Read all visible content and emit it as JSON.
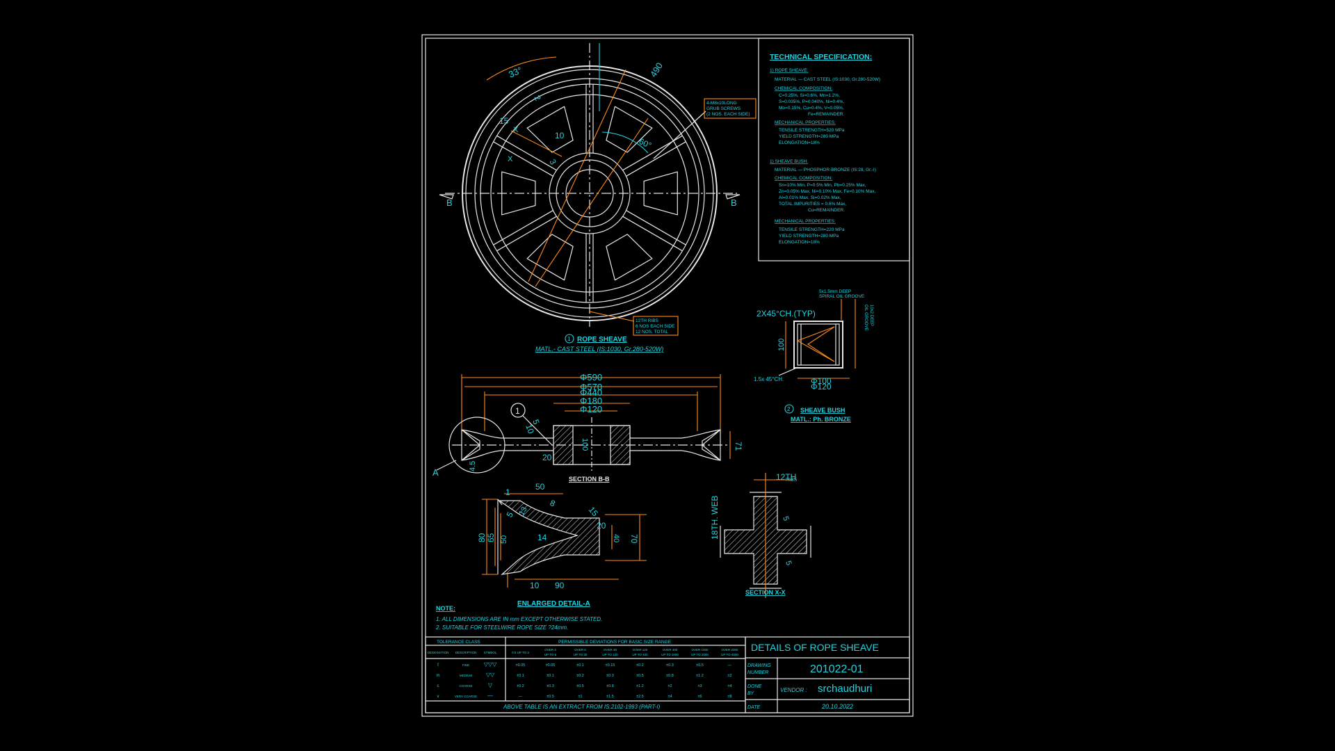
{
  "colors": {
    "background": "#000000",
    "lines": "#e8e8e8",
    "dimensions": "#ff8c1a",
    "text": "#22d3e0"
  },
  "spec": {
    "title": "TECHNICAL SPECIFICATION:",
    "sheave_head": "1) ROPE SHEAVE:",
    "sheave_material": "MATERIAL — CAST STEEL (IS:1030, Gr.280-520W)",
    "chem_head": "CHEMICAL COMPOSITION:",
    "chem_lines": [
      "C=0.25%,     Si=0.6%,   Mn=1.2%,",
      "S=0.035%,    P=0.040%,  Ni=0.4%,",
      "Mo=0.15%,   Cu=0.4%,    V=0.05%,",
      "Fe=REMAINDER."
    ],
    "mech_head": "MECHANICAL PROPERTIES:",
    "mech_lines": [
      "TENSILE STRENGTH=520 MPa",
      "YIELD STRENGTH=280 MPa",
      "ELONGATION=18%"
    ],
    "bush_head": "1) SHEAVE BUSH:",
    "bush_material": "MATERIAL — PHOSPHOR-BRONZE (IS:28, Gr.-I)",
    "bush_chem_head": "CHEMICAL COMPOSITION:",
    "bush_chem_lines": [
      "Sn=10% Min,  P=0.5% Min,  Pb=0.25% Max,",
      "Zn=0.05% Max,  Ni=0.10% Max,  Fe=0.10% Max,",
      "Al=0.01% Max,  Si=0.02% Max,",
      "TOTAL IMPURITIES = 0.6% Max,",
      "Cu=REMAINDER."
    ],
    "bush_mech_head": "MECHANICAL PROPERTIES:",
    "bush_mech_lines": [
      "TENSILE STRENGTH=220 MPa",
      "YIELD STRENGTH=280 MPa",
      "ELONGATION=18%"
    ]
  },
  "sheave_view": {
    "dims": {
      "d33": "33°",
      "d490": "490",
      "d60": "60°",
      "d15": "15",
      "d10": "10",
      "d2": "2",
      "d3": "3"
    },
    "callout_grub": [
      "4-M8x10LONG",
      "GRUB SCREWS",
      "(2 NOS. EACH SIDE)"
    ],
    "callout_ribs": [
      "12TH RIBS",
      "6 NOS EACH SIDE",
      "12 NOS. TOTAL"
    ],
    "section_marks": [
      "B",
      "B",
      "X",
      "X"
    ],
    "part_no": "1",
    "title": "ROPE SHEAVE",
    "material": "MATL.- CAST STEEL (IS:1030, Gr.280-520W)"
  },
  "bush_view": {
    "chamfer": "2X45°CH.(TYP)",
    "groove": [
      "5x1.5mm DEEP",
      "SPIRAL OIL GROOVE"
    ],
    "side_note": [
      "10x2 DEEP",
      "OIL GROOVE"
    ],
    "dim_100": "100",
    "ch_small": "1.5x 45°CH.",
    "dim_d100": "Φ100",
    "dim_d120": "Φ120",
    "part_no": "2",
    "title": "SHEAVE BUSH",
    "material": "MATL.: Ph. BRONZE"
  },
  "section_bb": {
    "dims": [
      "Φ590",
      "Φ570",
      "Φ440",
      "Φ180",
      "Φ120"
    ],
    "d5": "5",
    "d10": "10",
    "d100": "100",
    "d20": "20",
    "d71": "71",
    "d45": "4.5",
    "label_a": "A",
    "callout": "1",
    "title": "SECTION B-B"
  },
  "detail_a": {
    "d1": "1",
    "d50": "50",
    "d8": "8",
    "d15": "15",
    "d5": "5",
    "d13": "13",
    "d80": "80",
    "d65": "65",
    "d50b": "50",
    "d14": "14",
    "d20": "20",
    "d40": "40",
    "d70": "70",
    "d10": "10",
    "d90": "90",
    "title": "ENLARGED DETAIL-A"
  },
  "section_xx": {
    "rib": "12TH",
    "rib2": "RIBS",
    "web": "18TH. WEB",
    "d5a": "5",
    "d5b": "5",
    "title": "SECTION X-X"
  },
  "notes": {
    "head": "NOTE:",
    "lines": [
      "1. ALL DIMENSIONS ARE IN mm EXCEPT OTHERWISE STATED.",
      "2. SUITABLE FOR STEELWIRE ROPE SIZE ?24mm."
    ]
  },
  "tolerance": {
    "class_head": "TOLERANCE CLASS",
    "dev_head": "PERMISSIBLE DEVIATIONS FOR BASIC SIZE RANGE",
    "sub_heads": [
      "DESIGNATION",
      "DESCRIPTION",
      "SYMBOL"
    ],
    "ranges": [
      "0.5 UP TO 3",
      "OVER 3 UP TO 6",
      "OVER 6 UP TO 30",
      "OVER 30 UP TO 120",
      "OVER 120 UP TO 400",
      "OVER 400 UP TO 1000",
      "OVER 1000 UP TO 2000",
      "OVER 2000 UP TO 4000"
    ],
    "rows": [
      {
        "des": "f",
        "desc": "FINE",
        "sym": "▽▽▽",
        "vals": [
          "±0.05",
          "±0.05",
          "±0.1",
          "±0.15",
          "±0.2",
          "±0.3",
          "±0.5",
          "—"
        ]
      },
      {
        "des": "m",
        "desc": "MEDIUM",
        "sym": "▽▽",
        "vals": [
          "±0.1",
          "±0.1",
          "±0.2",
          "±0.3",
          "±0.5",
          "±0.8",
          "±1.2",
          "±2"
        ]
      },
      {
        "des": "c",
        "desc": "COARSE",
        "sym": "▽",
        "vals": [
          "±0.2",
          "±0.3",
          "±0.5",
          "±0.8",
          "±1.2",
          "±2",
          "±3",
          "±4"
        ]
      },
      {
        "des": "v",
        "desc": "VERY COARSE",
        "sym": "—",
        "vals": [
          "—",
          "±0.5",
          "±1",
          "±1.5",
          "±2.5",
          "±4",
          "±6",
          "±8"
        ]
      }
    ],
    "footer": "ABOVE TABLE IS AN EXTRACT FROM IS:2102-1993 (PART-I)"
  },
  "title_block": {
    "title": "DETAILS OF ROPE SHEAVE",
    "drawing_label": [
      "DRAWING",
      "NUMBER"
    ],
    "drawing_number": "201022-01",
    "done_label": [
      "DONE",
      "BY"
    ],
    "vendor_label": "VENDOR :",
    "vendor": "srchaudhuri",
    "date_label": "DATE",
    "date": "20.10.2022"
  }
}
